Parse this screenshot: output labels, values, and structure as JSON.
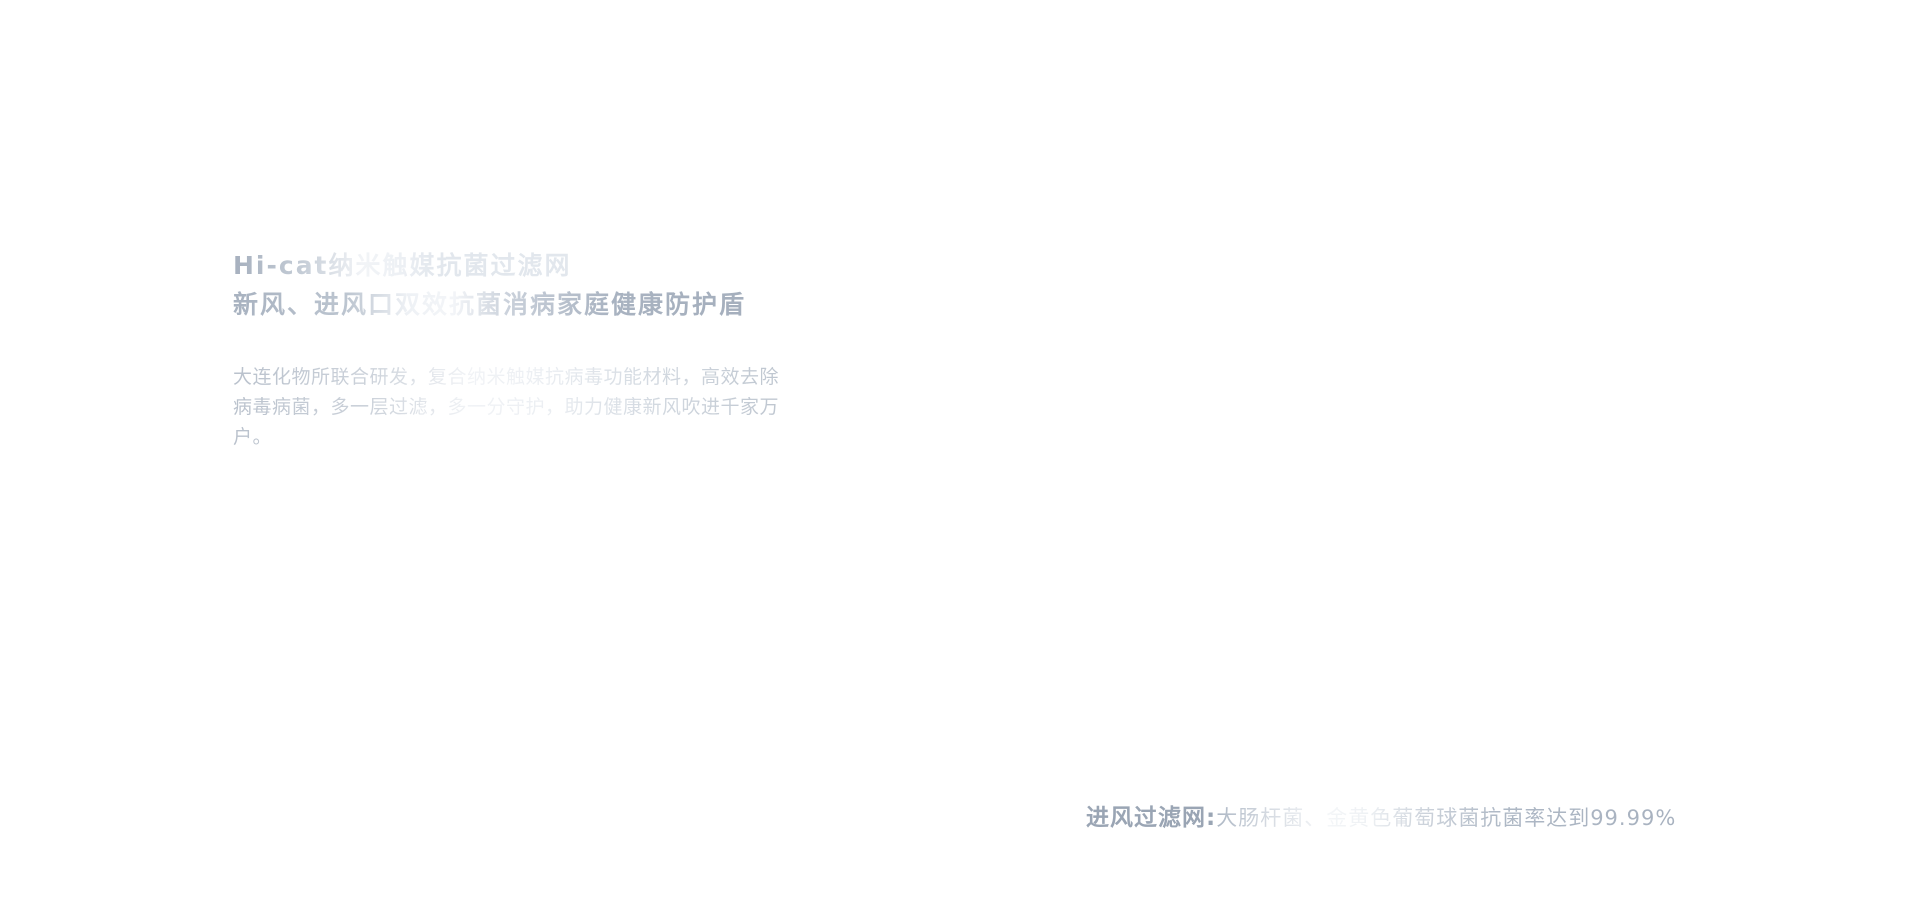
{
  "hero": {
    "title_line1": "Hi-cat纳米触媒抗菌过滤网",
    "title_line2": "新风、进风口双效抗菌消病家庭健康防护盾",
    "description": "大连化物所联合研发，复合纳米触媒抗病毒功能材料，高效去除病毒病菌，多一层过滤，多一分守护，助力健康新风吹进千家万户。"
  },
  "footer": {
    "label": "进风过滤网:",
    "text": "大肠杆菌、金黄色葡萄球菌抗菌率达到99.99%"
  }
}
